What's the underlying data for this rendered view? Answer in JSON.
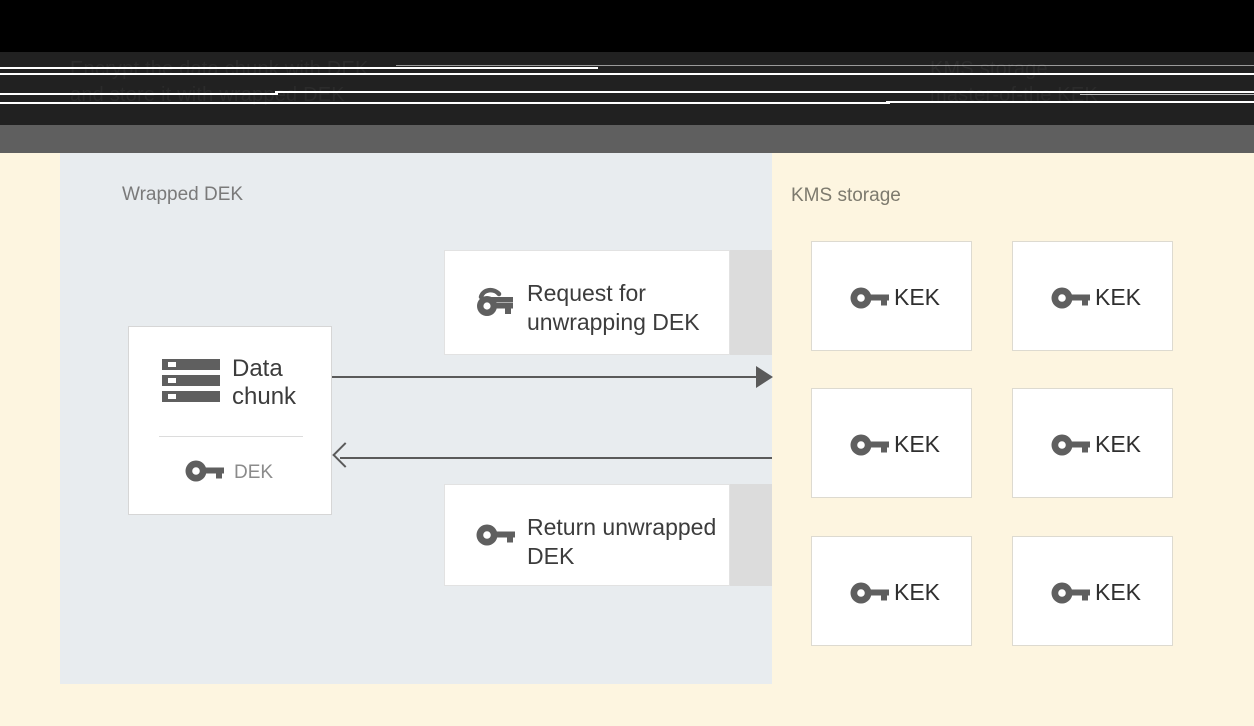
{
  "chrome": {
    "header_line_1": "Encrypt the data chunk with DEK",
    "header_line_2": "and store it with wrapped DEK",
    "header_right_line_1": "KMS storage",
    "header_right_line_2": "master-of-the KEK"
  },
  "left_panel": {
    "title": "Wrapped DEK",
    "icon": "wrapped-key-icon",
    "data_chunk_card": {
      "icon": "data-chunk-icon",
      "title": "Data\nchunk",
      "key_icon": "key-icon",
      "key_label": "DEK"
    },
    "messages": [
      {
        "id": "request",
        "icon": "wrapped-key-icon",
        "text": "Request for\nunwrapping DEK"
      },
      {
        "id": "return",
        "icon": "key-icon",
        "text": "Return\nunwrapped DEK"
      }
    ],
    "arrows": [
      {
        "id": "request-arrow",
        "direction": "right"
      },
      {
        "id": "return-arrow",
        "direction": "left"
      }
    ]
  },
  "right_panel": {
    "title": "KMS storage",
    "kek_boxes": [
      {
        "icon": "key-icon",
        "label": "KEK"
      },
      {
        "icon": "key-icon",
        "label": "KEK"
      },
      {
        "icon": "key-icon",
        "label": "KEK"
      },
      {
        "icon": "key-icon",
        "label": "KEK"
      },
      {
        "icon": "key-icon",
        "label": "KEK"
      },
      {
        "icon": "key-icon",
        "label": "KEK"
      }
    ]
  },
  "colors": {
    "left_panel_bg": "#e8ecef",
    "page_bg": "#fdf5e0",
    "card_bg": "#ffffff",
    "shadow": "#dcdcdc",
    "arrow": "#5a5a5a",
    "icon": "#5f5f5f",
    "text_dark": "#3c3c3c",
    "text_muted": "#7a7a7a",
    "band_black": "#000000",
    "band_dark": "#212121",
    "band_gray": "#5f5f5f"
  }
}
